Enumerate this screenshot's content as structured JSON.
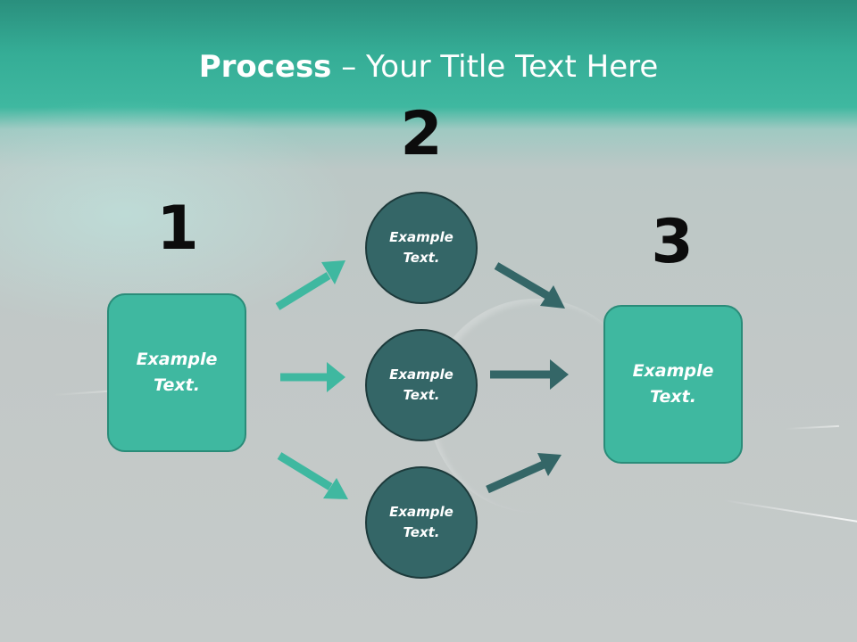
{
  "title": {
    "bold": "Process",
    "rest": " – Your Title Text Here"
  },
  "steps": [
    {
      "number": "1",
      "text": "Example\nText."
    },
    {
      "number": "2",
      "nodes": [
        "Example\nText.",
        "Example\nText.",
        "Example\nText."
      ]
    },
    {
      "number": "3",
      "text": "Example\nText."
    }
  ],
  "colors": {
    "teal": "#3fb8a0",
    "dark_teal": "#346667",
    "header": "#2a8f7d",
    "background": "#c2c8c7"
  }
}
